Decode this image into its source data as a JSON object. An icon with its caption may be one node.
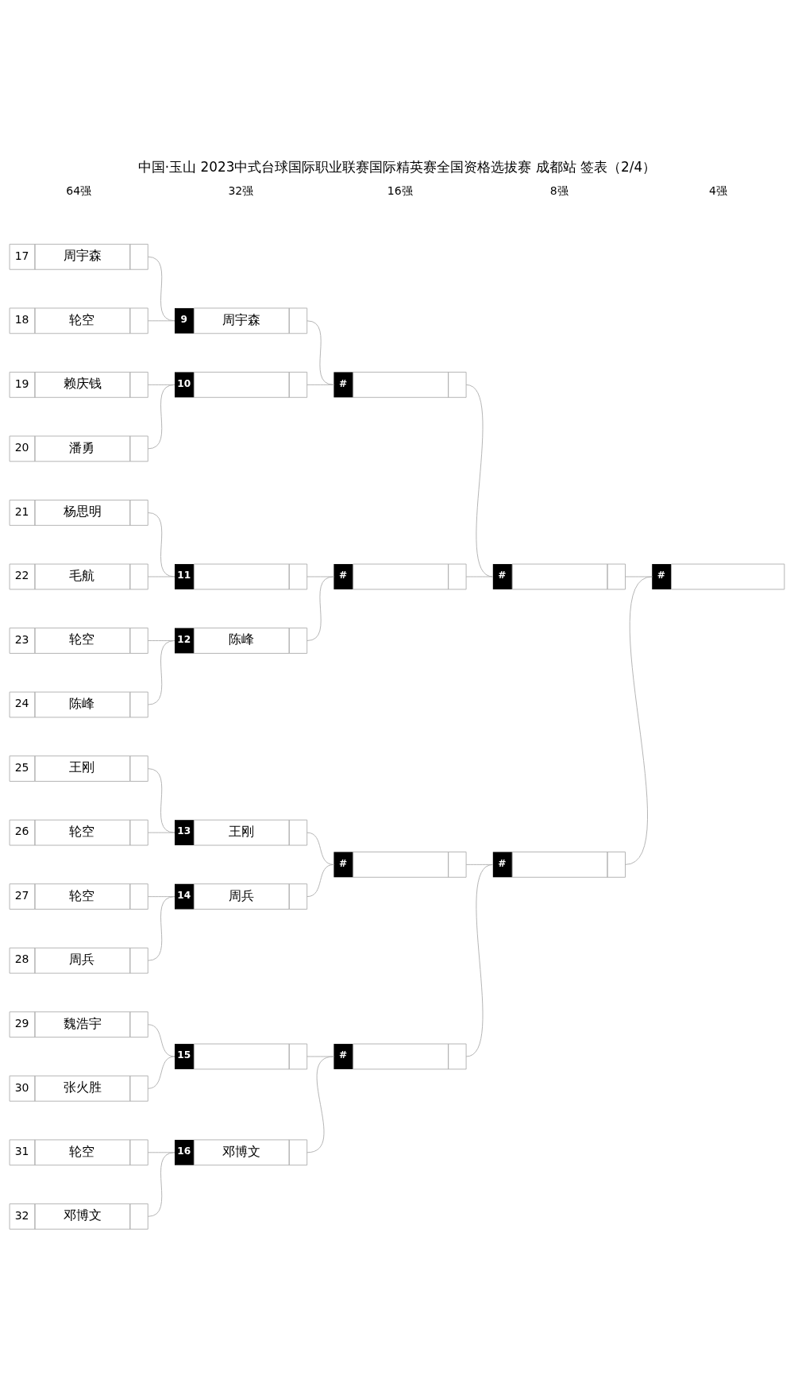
{
  "diagram": {
    "title": "中国·玉山 2023中式台球国际职业联赛国际精英赛全国资格选拔赛 成都站 签表（2/4）",
    "nodes": [
      {
        "text": [
          "17",
          "周宇森"
        ]
      },
      {
        "text": [
          "18",
          "轮空"
        ]
      },
      {
        "text": [
          "19",
          "赖庆钱"
        ]
      },
      {
        "text": [
          "20",
          "潘勇"
        ]
      },
      {
        "text": [
          "21",
          "杨思明"
        ]
      },
      {
        "text": [
          "22",
          "毛航"
        ]
      },
      {
        "text": [
          "23",
          "轮空"
        ]
      },
      {
        "text": [
          "24",
          "陈峰"
        ]
      },
      {
        "text": [
          "25",
          "王刚"
        ]
      },
      {
        "text": [
          "26",
          "轮空"
        ]
      },
      {
        "text": [
          "27",
          "轮空"
        ]
      },
      {
        "text": [
          "28",
          "周兵"
        ]
      },
      {
        "text": [
          "29",
          "魏浩宇"
        ]
      },
      {
        "text": [
          "30",
          "张火胜"
        ]
      },
      {
        "text": [
          "31",
          "轮空"
        ]
      },
      {
        "text": [
          "32",
          "邓博文"
        ]
      },
      {
        "text": [
          "周宇森"
        ],
        "beside": [
          "9"
        ]
      },
      {
        "text": [],
        "shape": "box",
        "beside": [
          "10"
        ]
      },
      {
        "text": [],
        "shape": "box",
        "beside": [
          "11"
        ]
      },
      {
        "text": [
          "陈峰"
        ],
        "beside": [
          "12"
        ]
      },
      {
        "text": [
          "王刚"
        ],
        "beside": [
          "13"
        ]
      },
      {
        "text": [
          "周兵"
        ],
        "beside": [
          "14"
        ]
      },
      {
        "text": [],
        "shape": "box",
        "beside": [
          "15"
        ]
      },
      {
        "text": [
          "邓博文"
        ],
        "beside": [
          "16"
        ]
      },
      {
        "text": [],
        "shape": "box",
        "beside": [
          "#"
        ]
      },
      {
        "text": [],
        "shape": "box",
        "beside": [
          "#"
        ]
      },
      {
        "text": [],
        "shape": "box",
        "beside": [
          "#"
        ]
      },
      {
        "text": [],
        "shape": "box",
        "beside": [
          "#"
        ]
      },
      {
        "text": [],
        "shape": "box",
        "beside": [
          "#"
        ]
      },
      {
        "text": [],
        "shape": "box",
        "beside": [
          "#"
        ]
      },
      {
        "text": [],
        "shape": "box",
        "beside": [
          "#"
        ]
      }
    ],
    "edges": [
      {
        "from": 0,
        "to": 16,
        "arrow": "none"
      },
      {
        "from": 1,
        "to": 16,
        "arrow": "none"
      },
      {
        "from": 2,
        "to": 17,
        "arrow": "none"
      },
      {
        "from": 3,
        "to": 17,
        "arrow": "none"
      },
      {
        "from": 4,
        "to": 18,
        "arrow": "none"
      },
      {
        "from": 5,
        "to": 18,
        "arrow": "none"
      },
      {
        "from": 6,
        "to": 19,
        "arrow": "none"
      },
      {
        "from": 7,
        "to": 19,
        "arrow": "none"
      },
      {
        "from": 8,
        "to": 20,
        "arrow": "none"
      },
      {
        "from": 9,
        "to": 20,
        "arrow": "none"
      },
      {
        "from": 10,
        "to": 21,
        "arrow": "none"
      },
      {
        "from": 11,
        "to": 21,
        "arrow": "none"
      },
      {
        "from": 12,
        "to": 22,
        "arrow": "none"
      },
      {
        "from": 13,
        "to": 22,
        "arrow": "none"
      },
      {
        "from": 14,
        "to": 23,
        "arrow": "none"
      },
      {
        "from": 15,
        "to": 23,
        "arrow": "none"
      },
      {
        "from": 16,
        "to": 24,
        "arrow": "none"
      },
      {
        "from": 17,
        "to": 24,
        "arrow": "none"
      },
      {
        "from": 18,
        "to": 25,
        "arrow": "none"
      },
      {
        "from": 19,
        "to": 25,
        "arrow": "none"
      },
      {
        "from": 20,
        "to": 26,
        "arrow": "none"
      },
      {
        "from": 21,
        "to": 26,
        "arrow": "none"
      },
      {
        "from": 22,
        "to": 27,
        "arrow": "none"
      },
      {
        "from": 23,
        "to": 27,
        "arrow": "none"
      },
      {
        "from": 24,
        "to": 28,
        "arrow": "none"
      },
      {
        "from": 25,
        "to": 28,
        "arrow": "none"
      },
      {
        "from": 26,
        "to": 29,
        "arrow": "none"
      },
      {
        "from": 27,
        "to": 29,
        "arrow": "none"
      },
      {
        "from": 28,
        "to": 30,
        "arrow": "none"
      },
      {
        "from": 29,
        "to": 30,
        "arrow": "none"
      }
    ],
    "labels": [
      "64强",
      "32强",
      "16强",
      "8强",
      "4强"
    ]
  }
}
